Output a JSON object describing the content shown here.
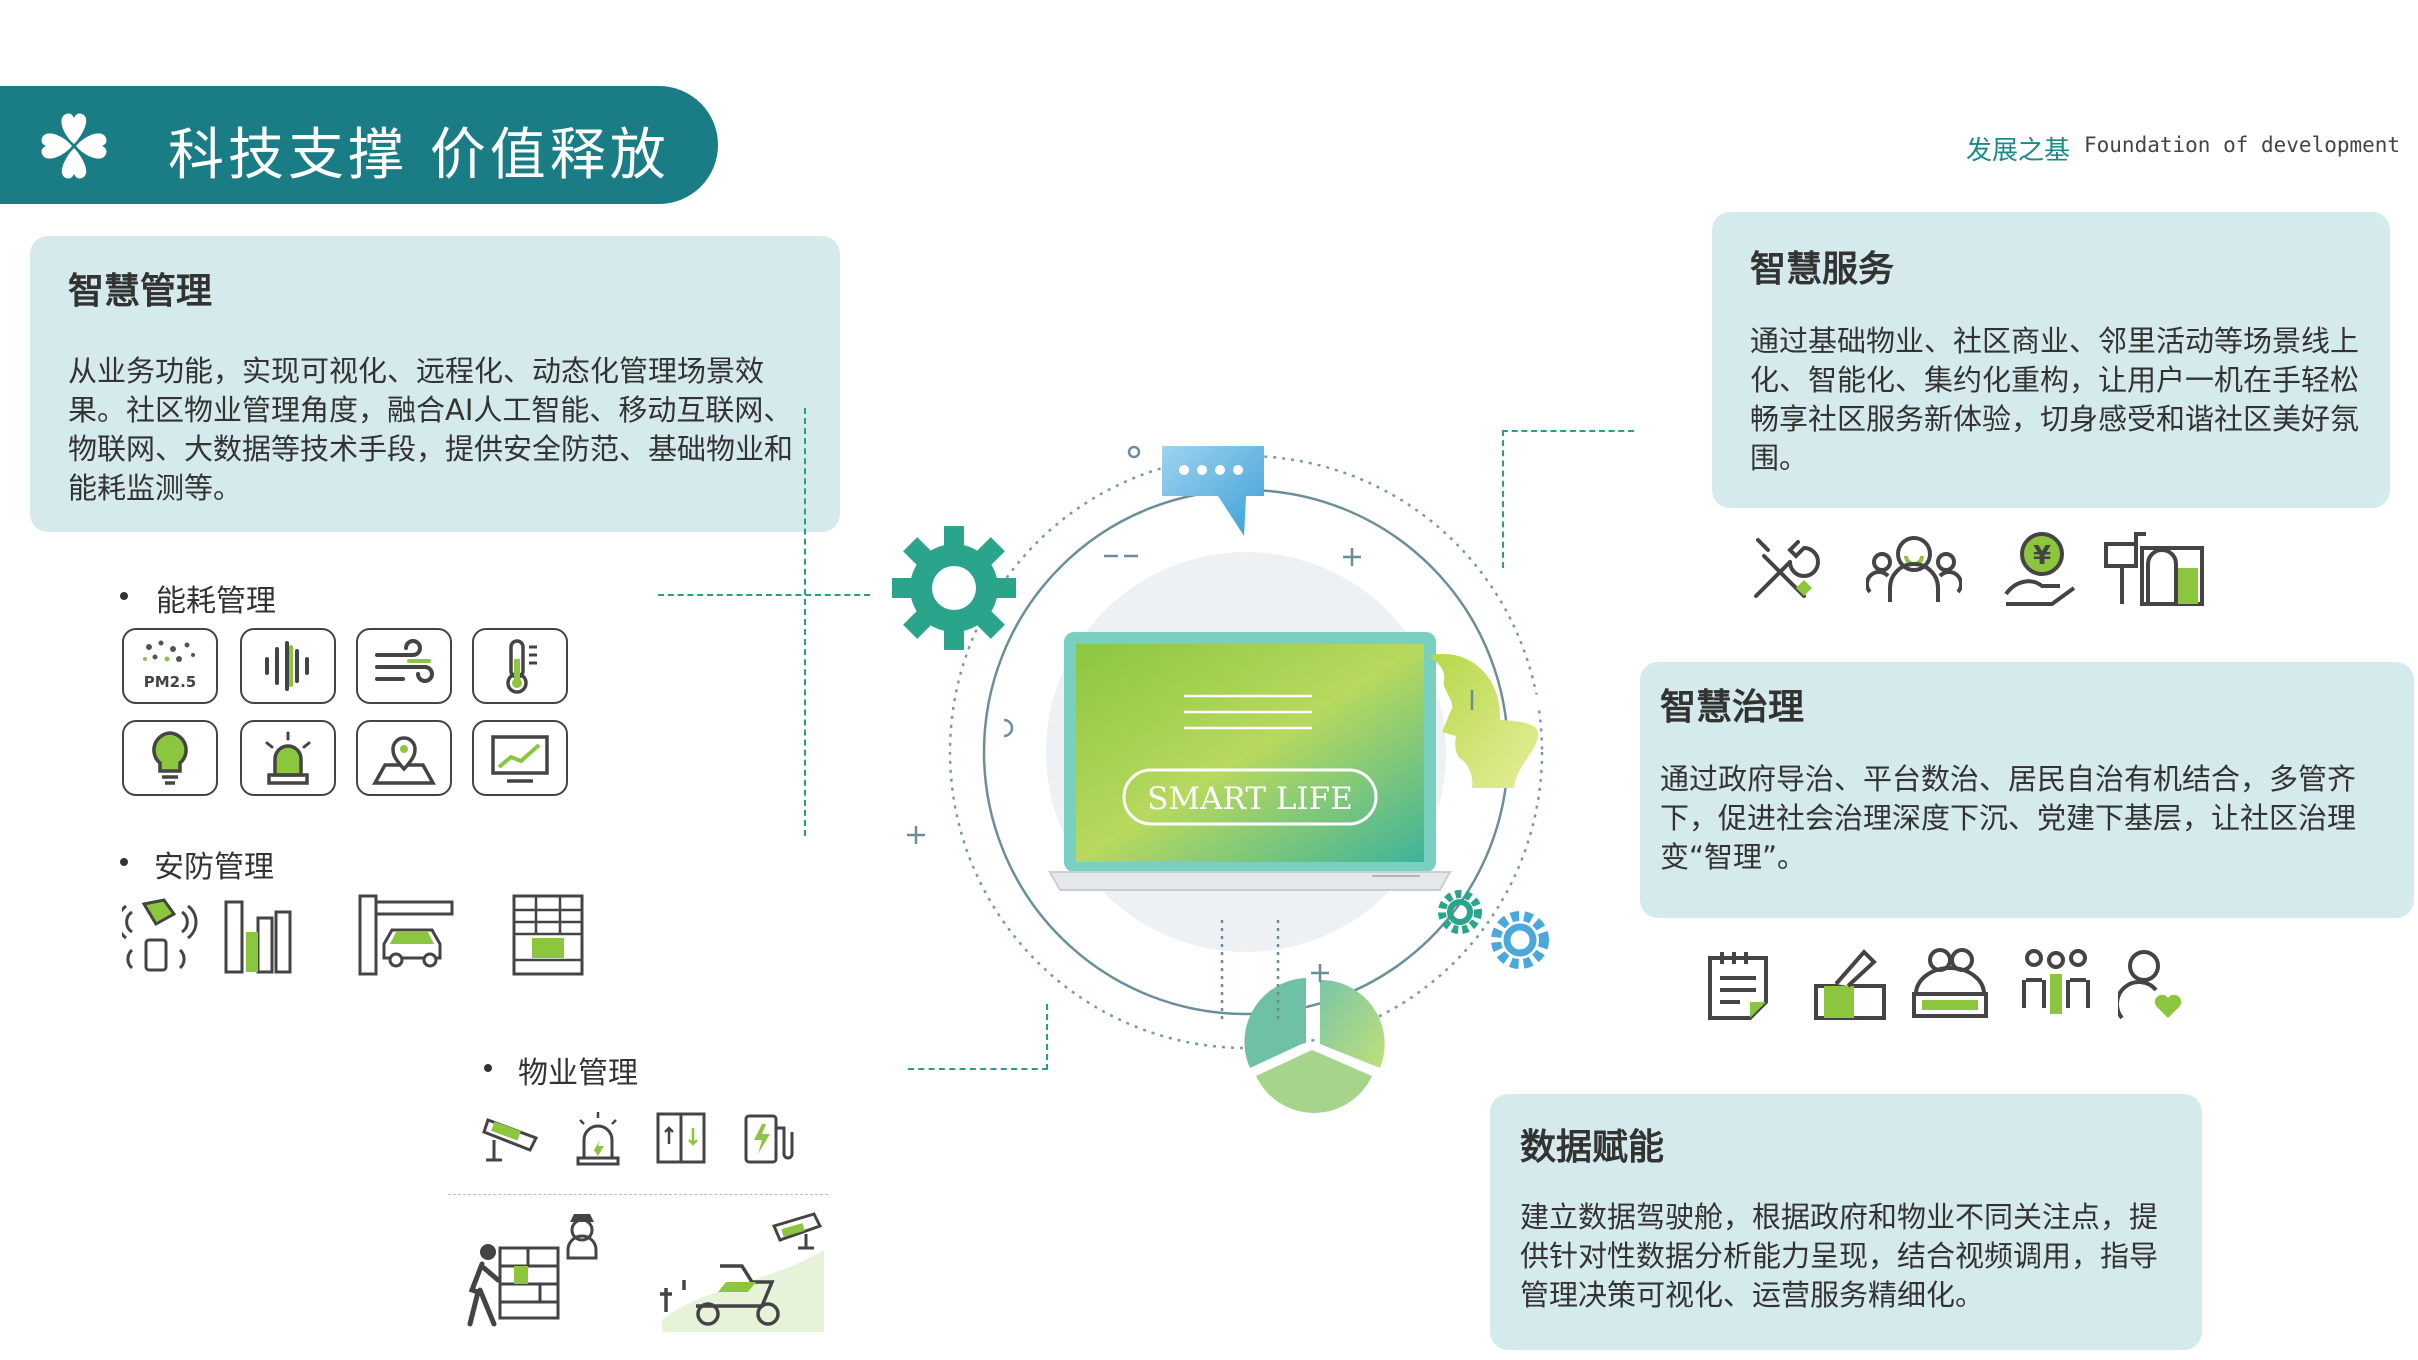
{
  "header": {
    "title": "科技支撑  价值释放",
    "brand_cn": "发展之基",
    "brand_en": "Foundation of development"
  },
  "cards": {
    "smart_management": {
      "title": "智慧管理",
      "body": "从业务功能，实现可视化、远程化、动态化管理场景效果。社区物业管理角度，融合AI人工智能、移动互联网、物联网、大数据等技术手段，提供安全防范、基础物业和能耗监测等。"
    },
    "smart_service": {
      "title": "智慧服务",
      "body": "通过基础物业、社区商业、邻里活动等场景线上化、智能化、集约化重构，让用户一机在手轻松畅享社区服务新体验，切身感受和谐社区美好氛围。"
    },
    "smart_governance": {
      "title": "智慧治理",
      "body": "通过政府导治、平台数治、居民自治有机结合，多管齐下，促进社会治理深度下沉、党建下基层，让社区治理变“智理”。"
    },
    "data_empower": {
      "title": "数据赋能",
      "body": "建立数据驾驶舱，根据政府和物业不同关注点，提供针对性数据分析能力呈现，结合视频调用，指导管理决策可视化、运营服务精细化。"
    }
  },
  "sections": {
    "energy": "能耗管理",
    "security": "安防管理",
    "property": "物业管理"
  },
  "icons": {
    "pm25_label": "PM2.5"
  },
  "center": {
    "laptop_text": "SMART LIFE"
  },
  "colors": {
    "teal": "#1a7d85",
    "accent_green": "#2aa58c",
    "card_bg": "#d5eaec"
  }
}
